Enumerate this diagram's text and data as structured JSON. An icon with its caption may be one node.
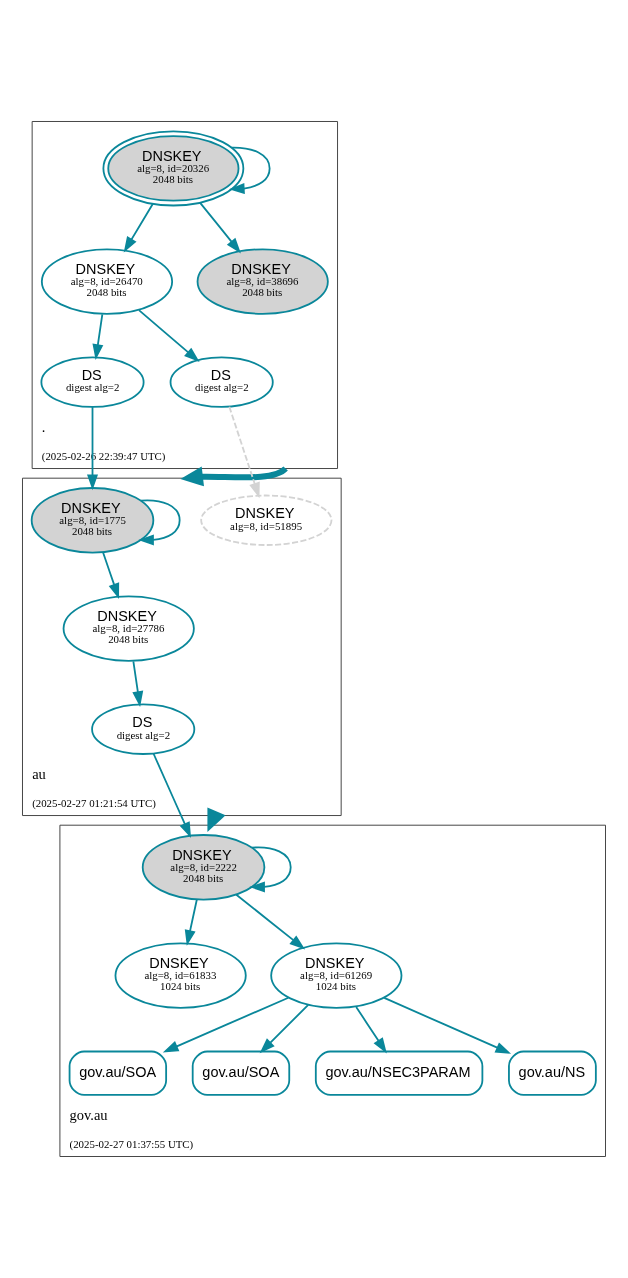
{
  "diagram": {
    "nodes": [
      {
        "text": [
          ".",
          "(2025-02-26 22:39:47 UTC)"
        ]
      },
      {
        "text": [
          "DNSKEY",
          "alg=8, id=20326",
          "2048 bits"
        ],
        "in": 0
      },
      {
        "text": [
          "DNSKEY",
          "alg=8, id=26470",
          "2048 bits"
        ],
        "in": 0
      },
      {
        "text": [
          "DNSKEY",
          "alg=8, id=38696",
          "2048 bits"
        ],
        "in": 0
      },
      {
        "text": [
          "DS",
          "digest alg=2"
        ],
        "in": 0
      },
      {
        "text": [
          "DS",
          "digest alg=2"
        ],
        "in": 0
      },
      {
        "text": [
          "au",
          "(2025-02-27 01:21:54 UTC)"
        ]
      },
      {
        "text": [
          "DNSKEY",
          "alg=8, id=1775",
          "2048 bits"
        ],
        "in": 6
      },
      {
        "text": [
          "DNSKEY",
          "alg=8, id=51895"
        ],
        "in": 6
      },
      {
        "text": [
          "DNSKEY",
          "alg=8, id=27786",
          "2048 bits"
        ],
        "in": 6
      },
      {
        "text": [
          "DS",
          "digest alg=2"
        ],
        "in": 6
      },
      {
        "text": [
          "gov.au",
          "(2025-02-27 01:37:55 UTC)"
        ]
      },
      {
        "text": [
          "DNSKEY",
          "alg=8, id=2222",
          "2048 bits"
        ],
        "in": 11
      },
      {
        "text": [
          "DNSKEY",
          "alg=8, id=61833",
          "1024 bits"
        ],
        "in": 11
      },
      {
        "text": [
          "DNSKEY",
          "alg=8, id=61269",
          "1024 bits"
        ],
        "in": 11
      },
      {
        "text": [
          "gov.au/SOA"
        ],
        "in": 11
      },
      {
        "text": [
          "gov.au/SOA"
        ],
        "in": 11
      },
      {
        "text": [
          "gov.au/NSEC3PARAM"
        ],
        "in": 11
      },
      {
        "text": [
          "gov.au/NS"
        ],
        "in": 11
      }
    ],
    "edges": [
      {
        "from": 1,
        "to": 1,
        "arrow": "to"
      },
      {
        "from": 1,
        "to": 2,
        "arrow": "to"
      },
      {
        "from": 1,
        "to": 3,
        "arrow": "to"
      },
      {
        "from": 2,
        "to": 4,
        "arrow": "to"
      },
      {
        "from": 2,
        "to": 5,
        "arrow": "to"
      },
      {
        "from": 0,
        "to": 6,
        "arrow": "to",
        "style": "thick"
      },
      {
        "from": 4,
        "to": 7,
        "arrow": "to"
      },
      {
        "from": 5,
        "to": 8,
        "arrow": "to",
        "style": "dashed",
        "color": "#d3d3d3"
      },
      {
        "from": 7,
        "to": 7,
        "arrow": "to"
      },
      {
        "from": 7,
        "to": 9,
        "arrow": "to"
      },
      {
        "from": 9,
        "to": 10,
        "arrow": "to"
      },
      {
        "from": 6,
        "to": 11,
        "arrow": "to",
        "style": "thick"
      },
      {
        "from": 10,
        "to": 12,
        "arrow": "to"
      },
      {
        "from": 12,
        "to": 12,
        "arrow": "to"
      },
      {
        "from": 12,
        "to": 13,
        "arrow": "to"
      },
      {
        "from": 12,
        "to": 14,
        "arrow": "to"
      },
      {
        "from": 14,
        "to": 15,
        "arrow": "to"
      },
      {
        "from": 14,
        "to": 16,
        "arrow": "to"
      },
      {
        "from": 14,
        "to": 17,
        "arrow": "to"
      },
      {
        "from": 14,
        "to": 18,
        "arrow": "to"
      }
    ]
  }
}
